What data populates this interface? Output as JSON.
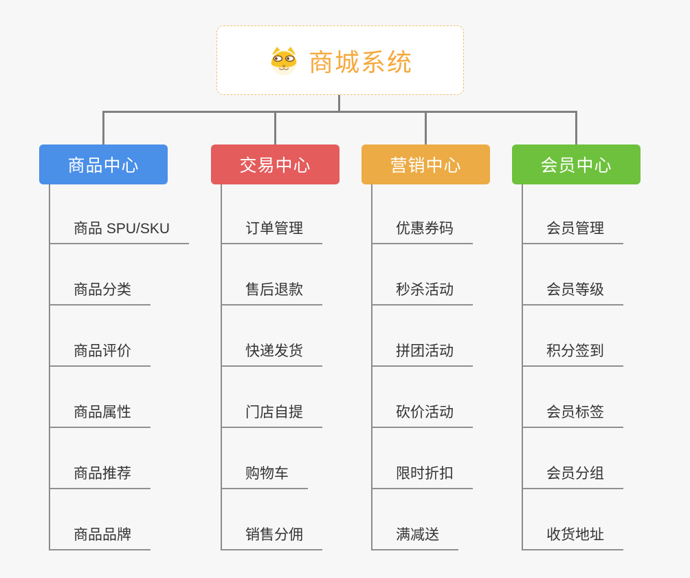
{
  "root": {
    "label": "商城系统",
    "icon": "doge-face-icon",
    "text_color": "#f5a93e",
    "border_color": "#efbf6f"
  },
  "connector_color": "#808080",
  "leaf_text_color": "#333333",
  "branches": [
    {
      "label": "商品中心",
      "color": "#4a8fe8",
      "children": [
        "商品 SPU/SKU",
        "商品分类",
        "商品评价",
        "商品属性",
        "商品推荐",
        "商品品牌"
      ]
    },
    {
      "label": "交易中心",
      "color": "#e45c5c",
      "children": [
        "订单管理",
        "售后退款",
        "快递发货",
        "门店自提",
        "购物车",
        "销售分佣"
      ]
    },
    {
      "label": "营销中心",
      "color": "#ecab44",
      "children": [
        "优惠券码",
        "秒杀活动",
        "拼团活动",
        "砍价活动",
        "限时折扣",
        "满减送"
      ]
    },
    {
      "label": "会员中心",
      "color": "#6ec13c",
      "children": [
        "会员管理",
        "会员等级",
        "积分签到",
        "会员标签",
        "会员分组",
        "收货地址"
      ]
    }
  ]
}
